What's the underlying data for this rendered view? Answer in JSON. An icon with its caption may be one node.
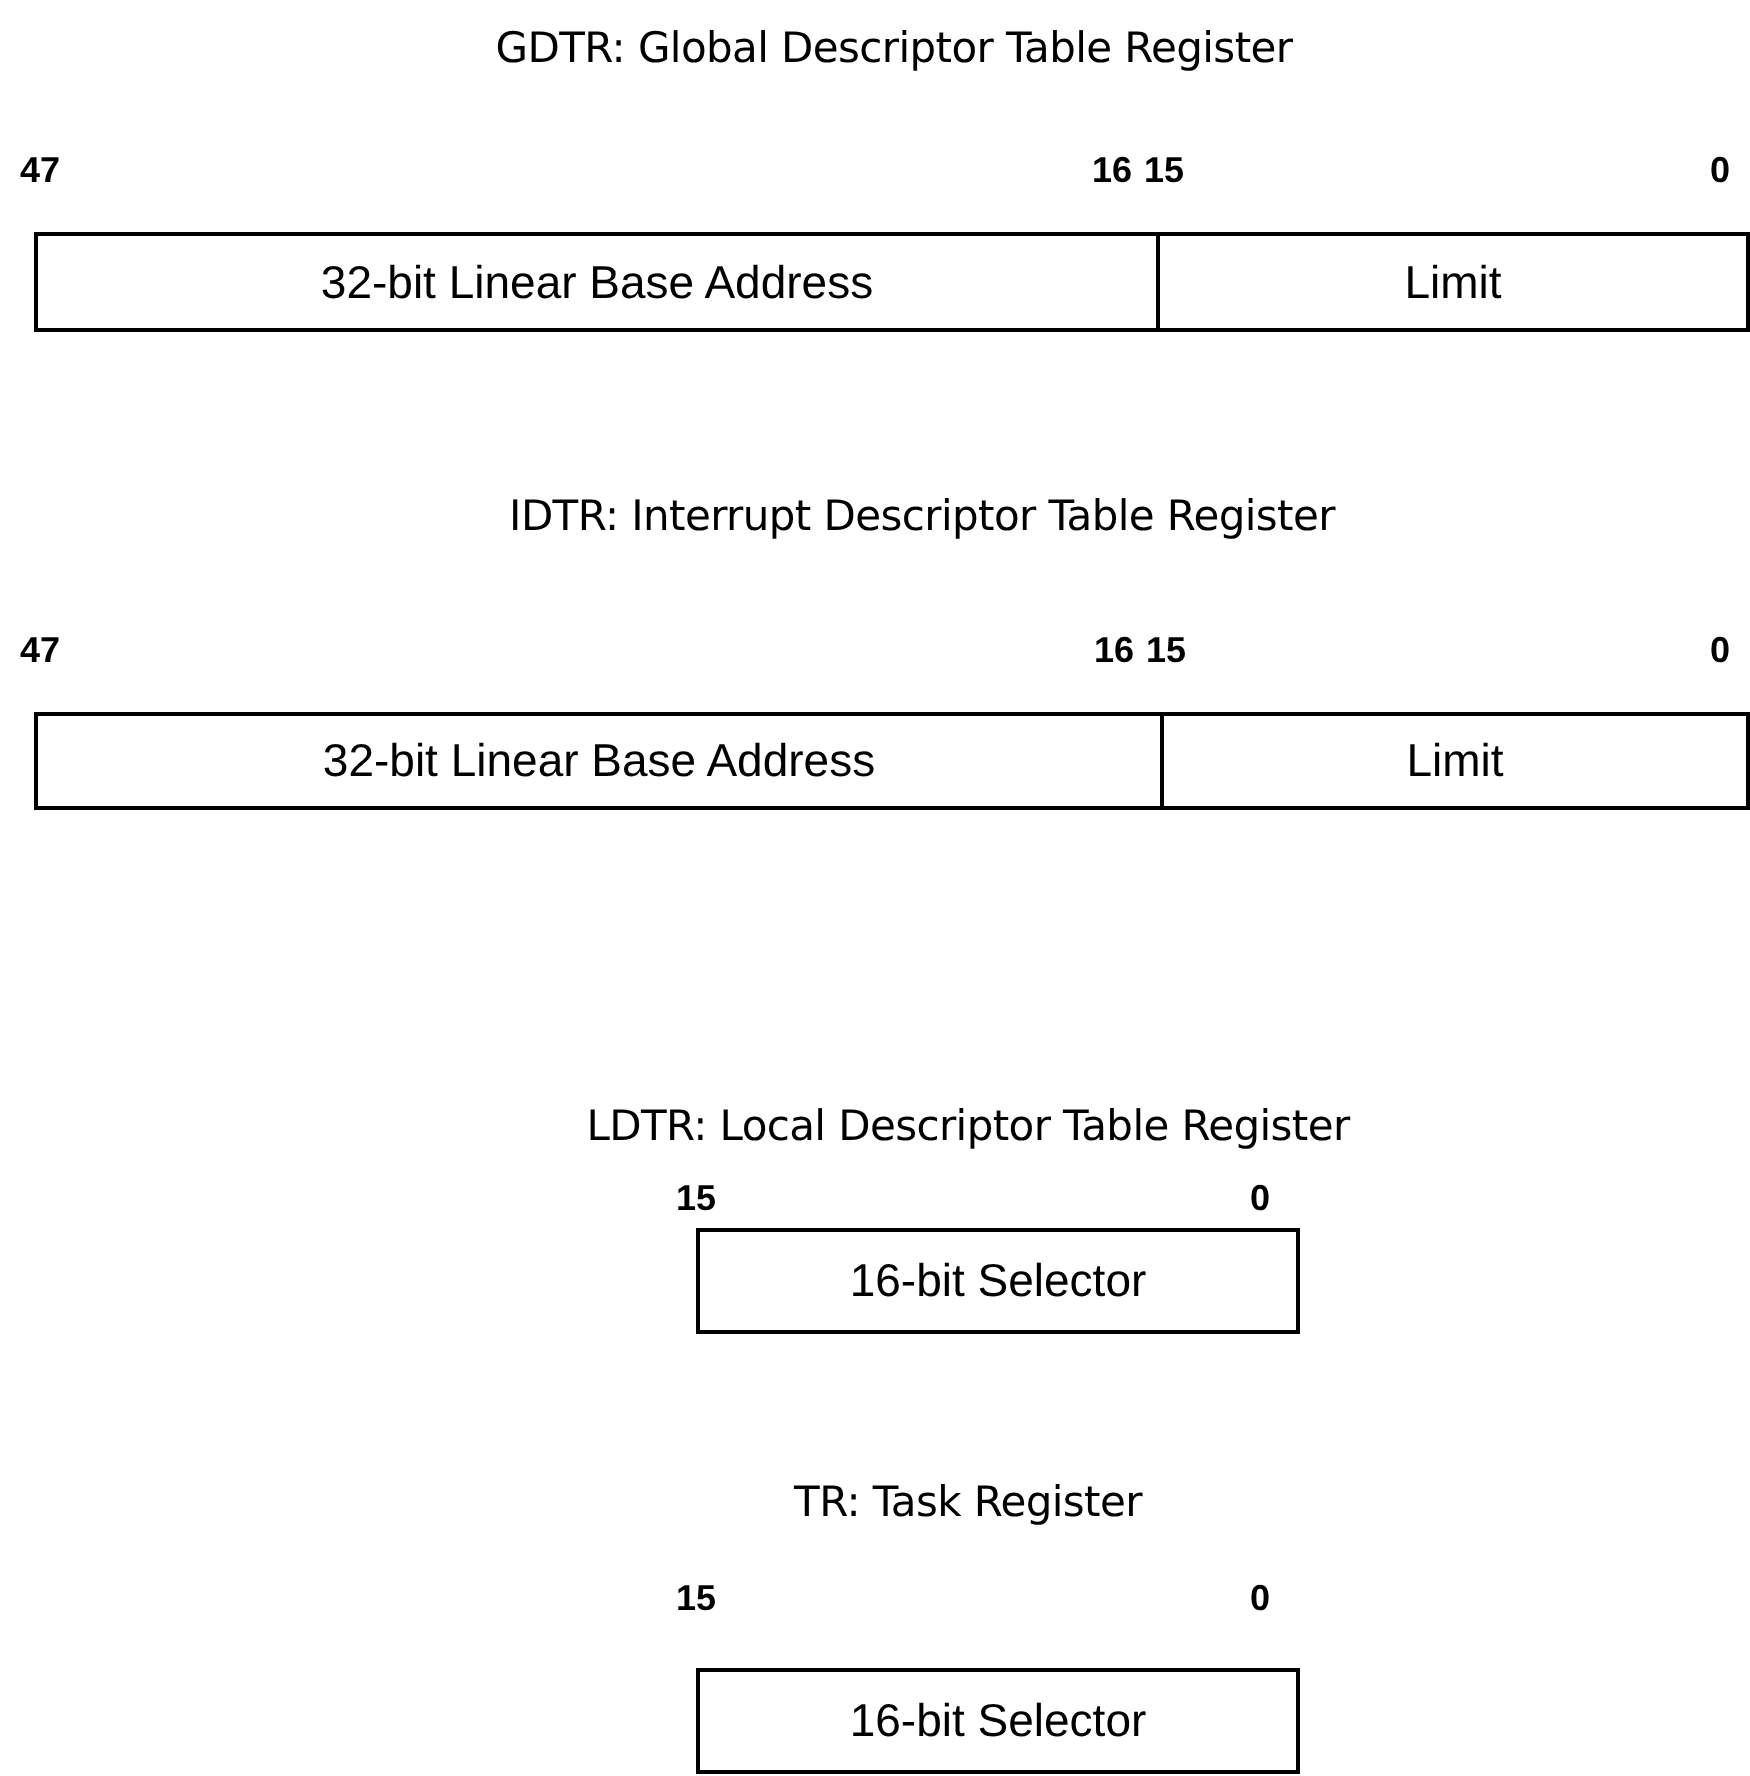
{
  "diagram": {
    "nodes": [
      {
        "text": [
          "32-bit Linear Base Address"
        ]
      },
      {
        "text": [
          "Limit"
        ]
      },
      {
        "text": [
          "32-bit Linear Base Address"
        ]
      },
      {
        "text": [
          "Limit"
        ]
      },
      {
        "text": [
          "16-bit Selector"
        ]
      },
      {
        "text": [
          "16-bit Selector"
        ]
      }
    ],
    "labels": [
      "GDTR: Global Descriptor Table Register",
      "47",
      "16",
      "15",
      "0",
      "IDTR: Interrupt Descriptor Table Register",
      "47",
      "16",
      "15",
      "0",
      "LDTR: Local Descriptor Table Register",
      "15",
      "0",
      "TR: Task Register",
      "15",
      "0"
    ]
  }
}
